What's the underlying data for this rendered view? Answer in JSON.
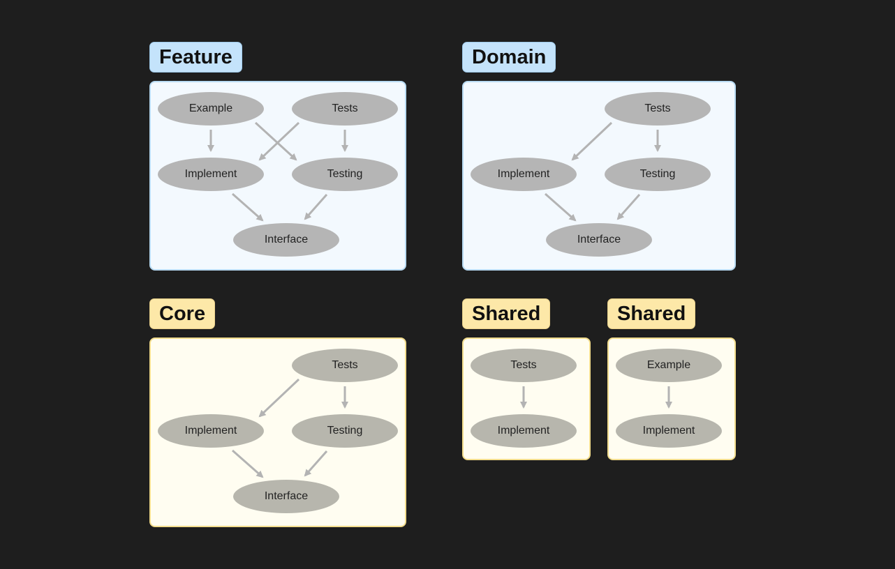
{
  "groups": {
    "feature": {
      "label": "Feature",
      "nodes": {
        "example": "Example",
        "tests": "Tests",
        "implement": "Implement",
        "testing": "Testing",
        "interface": "Interface"
      }
    },
    "domain": {
      "label": "Domain",
      "nodes": {
        "tests": "Tests",
        "implement": "Implement",
        "testing": "Testing",
        "interface": "Interface"
      }
    },
    "core": {
      "label": "Core",
      "nodes": {
        "tests": "Tests",
        "implement": "Implement",
        "testing": "Testing",
        "interface": "Interface"
      }
    },
    "shared_a": {
      "label": "Shared",
      "nodes": {
        "tests": "Tests",
        "implement": "Implement"
      }
    },
    "shared_b": {
      "label": "Shared",
      "nodes": {
        "example": "Example",
        "implement": "Implement"
      }
    }
  },
  "colors": {
    "edge": "#b3b3b3",
    "blue_label": "#c4e3fb",
    "yellow_label": "#fde8a8",
    "background": "#1e1e1e"
  }
}
